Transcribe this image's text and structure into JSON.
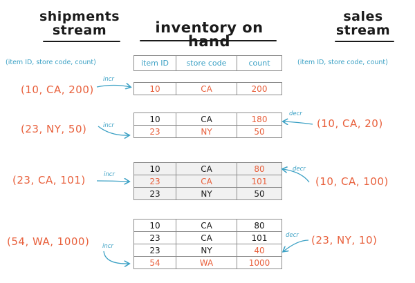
{
  "titles": {
    "shipments": [
      "shipments",
      "stream"
    ],
    "inventory": "inventory on hand",
    "sales": [
      "sales",
      "stream"
    ]
  },
  "tuple_format": "(item ID, store code, count)",
  "header": [
    "item ID",
    "store code",
    "count"
  ],
  "op_labels": {
    "incr": "incr",
    "decr": "decr"
  },
  "shipments": [
    "(10, CA, 200)",
    "(23, NY, 50)",
    "(23, CA, 101)",
    "(54, WA, 1000)"
  ],
  "sales": [
    "(10, CA, 20)",
    "(10, CA, 100)",
    "(23, NY, 10)"
  ],
  "tables": [
    {
      "rows": [
        {
          "cells": [
            "10",
            "CA",
            "200"
          ],
          "highlight": [
            true,
            true,
            true
          ]
        }
      ]
    },
    {
      "rows": [
        {
          "cells": [
            "10",
            "CA",
            "180"
          ],
          "highlight": [
            false,
            false,
            true
          ]
        },
        {
          "cells": [
            "23",
            "NY",
            "50"
          ],
          "highlight": [
            true,
            true,
            true
          ]
        }
      ]
    },
    {
      "rows": [
        {
          "cells": [
            "10",
            "CA",
            "80"
          ],
          "highlight": [
            false,
            false,
            true
          ]
        },
        {
          "cells": [
            "23",
            "CA",
            "101"
          ],
          "highlight": [
            true,
            true,
            true
          ]
        },
        {
          "cells": [
            "23",
            "NY",
            "50"
          ],
          "highlight": [
            false,
            false,
            false
          ]
        }
      ]
    },
    {
      "rows": [
        {
          "cells": [
            "10",
            "CA",
            "80"
          ],
          "highlight": [
            false,
            false,
            false
          ]
        },
        {
          "cells": [
            "23",
            "CA",
            "101"
          ],
          "highlight": [
            false,
            false,
            false
          ]
        },
        {
          "cells": [
            "23",
            "NY",
            "40"
          ],
          "highlight": [
            false,
            false,
            true
          ]
        },
        {
          "cells": [
            "54",
            "WA",
            "1000"
          ],
          "highlight": [
            true,
            true,
            true
          ]
        }
      ]
    }
  ],
  "colors": {
    "accent": "#e8603c",
    "secondary": "#3aa0c4",
    "ink": "#1a1a1a"
  }
}
